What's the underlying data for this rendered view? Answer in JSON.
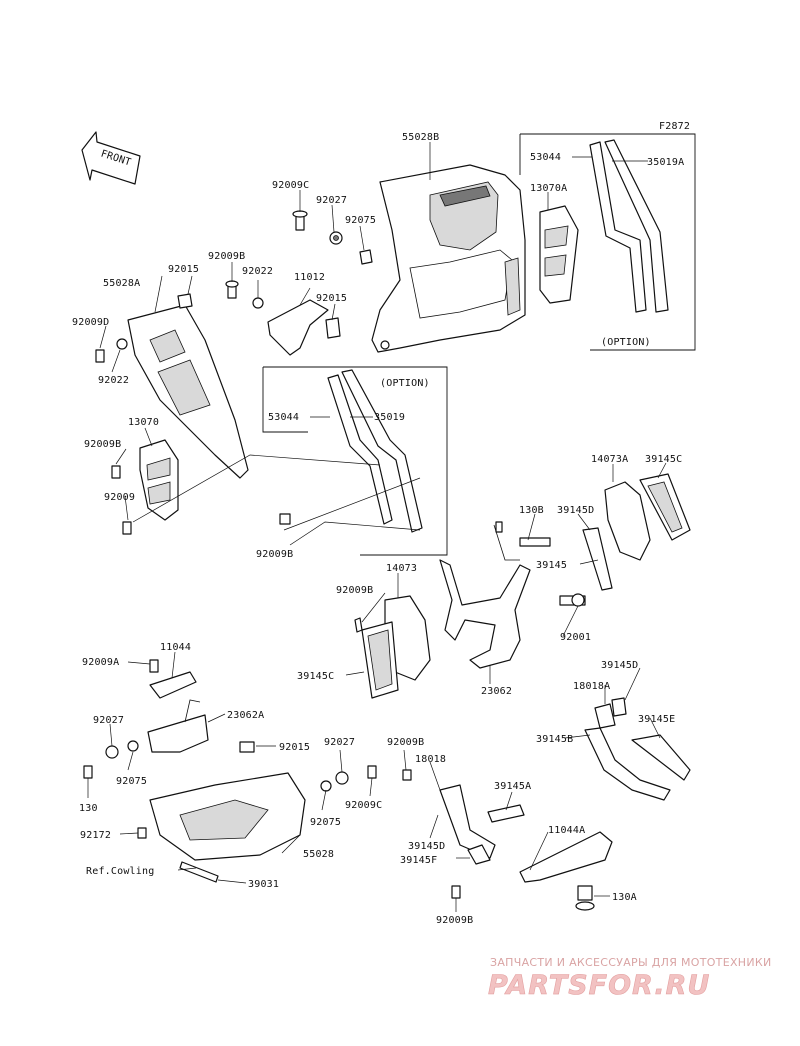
{
  "figure_code": "F2872",
  "front_label": "FRONT",
  "option_labels": [
    "(OPTION)",
    "(OPTION)"
  ],
  "ref_label": "Ref.Cowling",
  "labels": [
    "55028B",
    "53044",
    "35019A",
    "13070A",
    "92009C",
    "92027",
    "92075",
    "92009B",
    "92015",
    "92022",
    "11012",
    "92015",
    "55028A",
    "92009D",
    "92022",
    "53044",
    "35019",
    "13070",
    "92009B",
    "92009",
    "92009B",
    "14073A",
    "39145C",
    "130B",
    "39145D",
    "39145",
    "14073",
    "92009B",
    "39145C",
    "92001",
    "23062",
    "11044",
    "92009A",
    "23062A",
    "92027",
    "92075",
    "130",
    "92015",
    "92027",
    "92009B",
    "18018",
    "92009C",
    "92075",
    "39145A",
    "92172",
    "55028",
    "39145D",
    "39145F",
    "11044A",
    "39031",
    "130A",
    "92009B",
    "39145D",
    "18018A",
    "39145E",
    "39145B"
  ],
  "watermark": {
    "subtitle": "ЗАПЧАСТИ И АКСЕССУАРЫ ДЛЯ МОТОТЕХНИКИ",
    "brand": "PARTSFOR.RU"
  },
  "colors": {
    "ink": "#111111",
    "watermark": "#e3a0a0",
    "background": "#ffffff"
  }
}
